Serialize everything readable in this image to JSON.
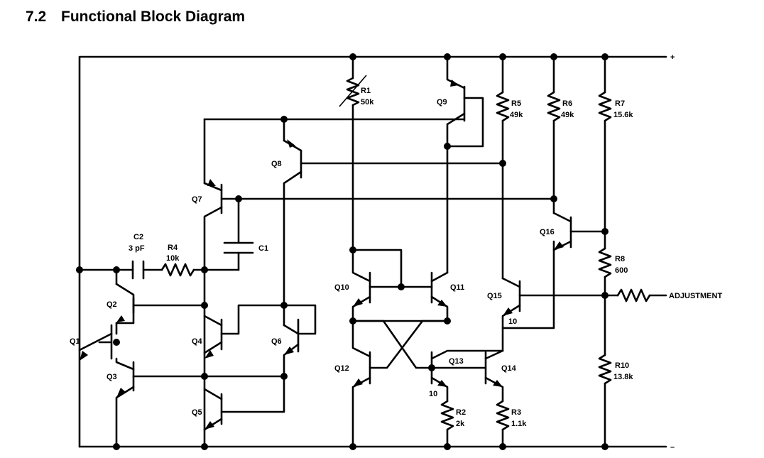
{
  "section": {
    "number": "7.2",
    "title": "Functional Block Diagram"
  },
  "labels": {
    "Q1": "Q1",
    "Q2": "Q2",
    "Q3": "Q3",
    "Q4": "Q4",
    "Q5": "Q5",
    "Q6": "Q6",
    "Q7": "Q7",
    "Q8": "Q8",
    "Q9": "Q9",
    "Q10": "Q10",
    "Q11": "Q11",
    "Q12": "Q12",
    "Q13": "Q13",
    "Q14": "Q14",
    "Q15": "Q15",
    "Q16": "Q16",
    "R1": "R1",
    "R1_val": "50k",
    "R2": "R2",
    "R2_val": "2k",
    "R3": "R3",
    "R3_val": "1.1k",
    "R4": "R4",
    "R4_val": "10k",
    "R5": "R5",
    "R5_val": "49k",
    "R6": "R6",
    "R6_val": "49k",
    "R7": "R7",
    "R7_val": "15.6k",
    "R8": "R8",
    "R8_val": "600",
    "R10": "R10",
    "R10_val": "13.8k",
    "C1": "C1",
    "C2": "C2",
    "C2_val": "3 pF",
    "ratio_q13": "10",
    "ratio_q15": "10",
    "plus": "+",
    "minus": "–",
    "adjustment": "ADJUSTMENT"
  }
}
